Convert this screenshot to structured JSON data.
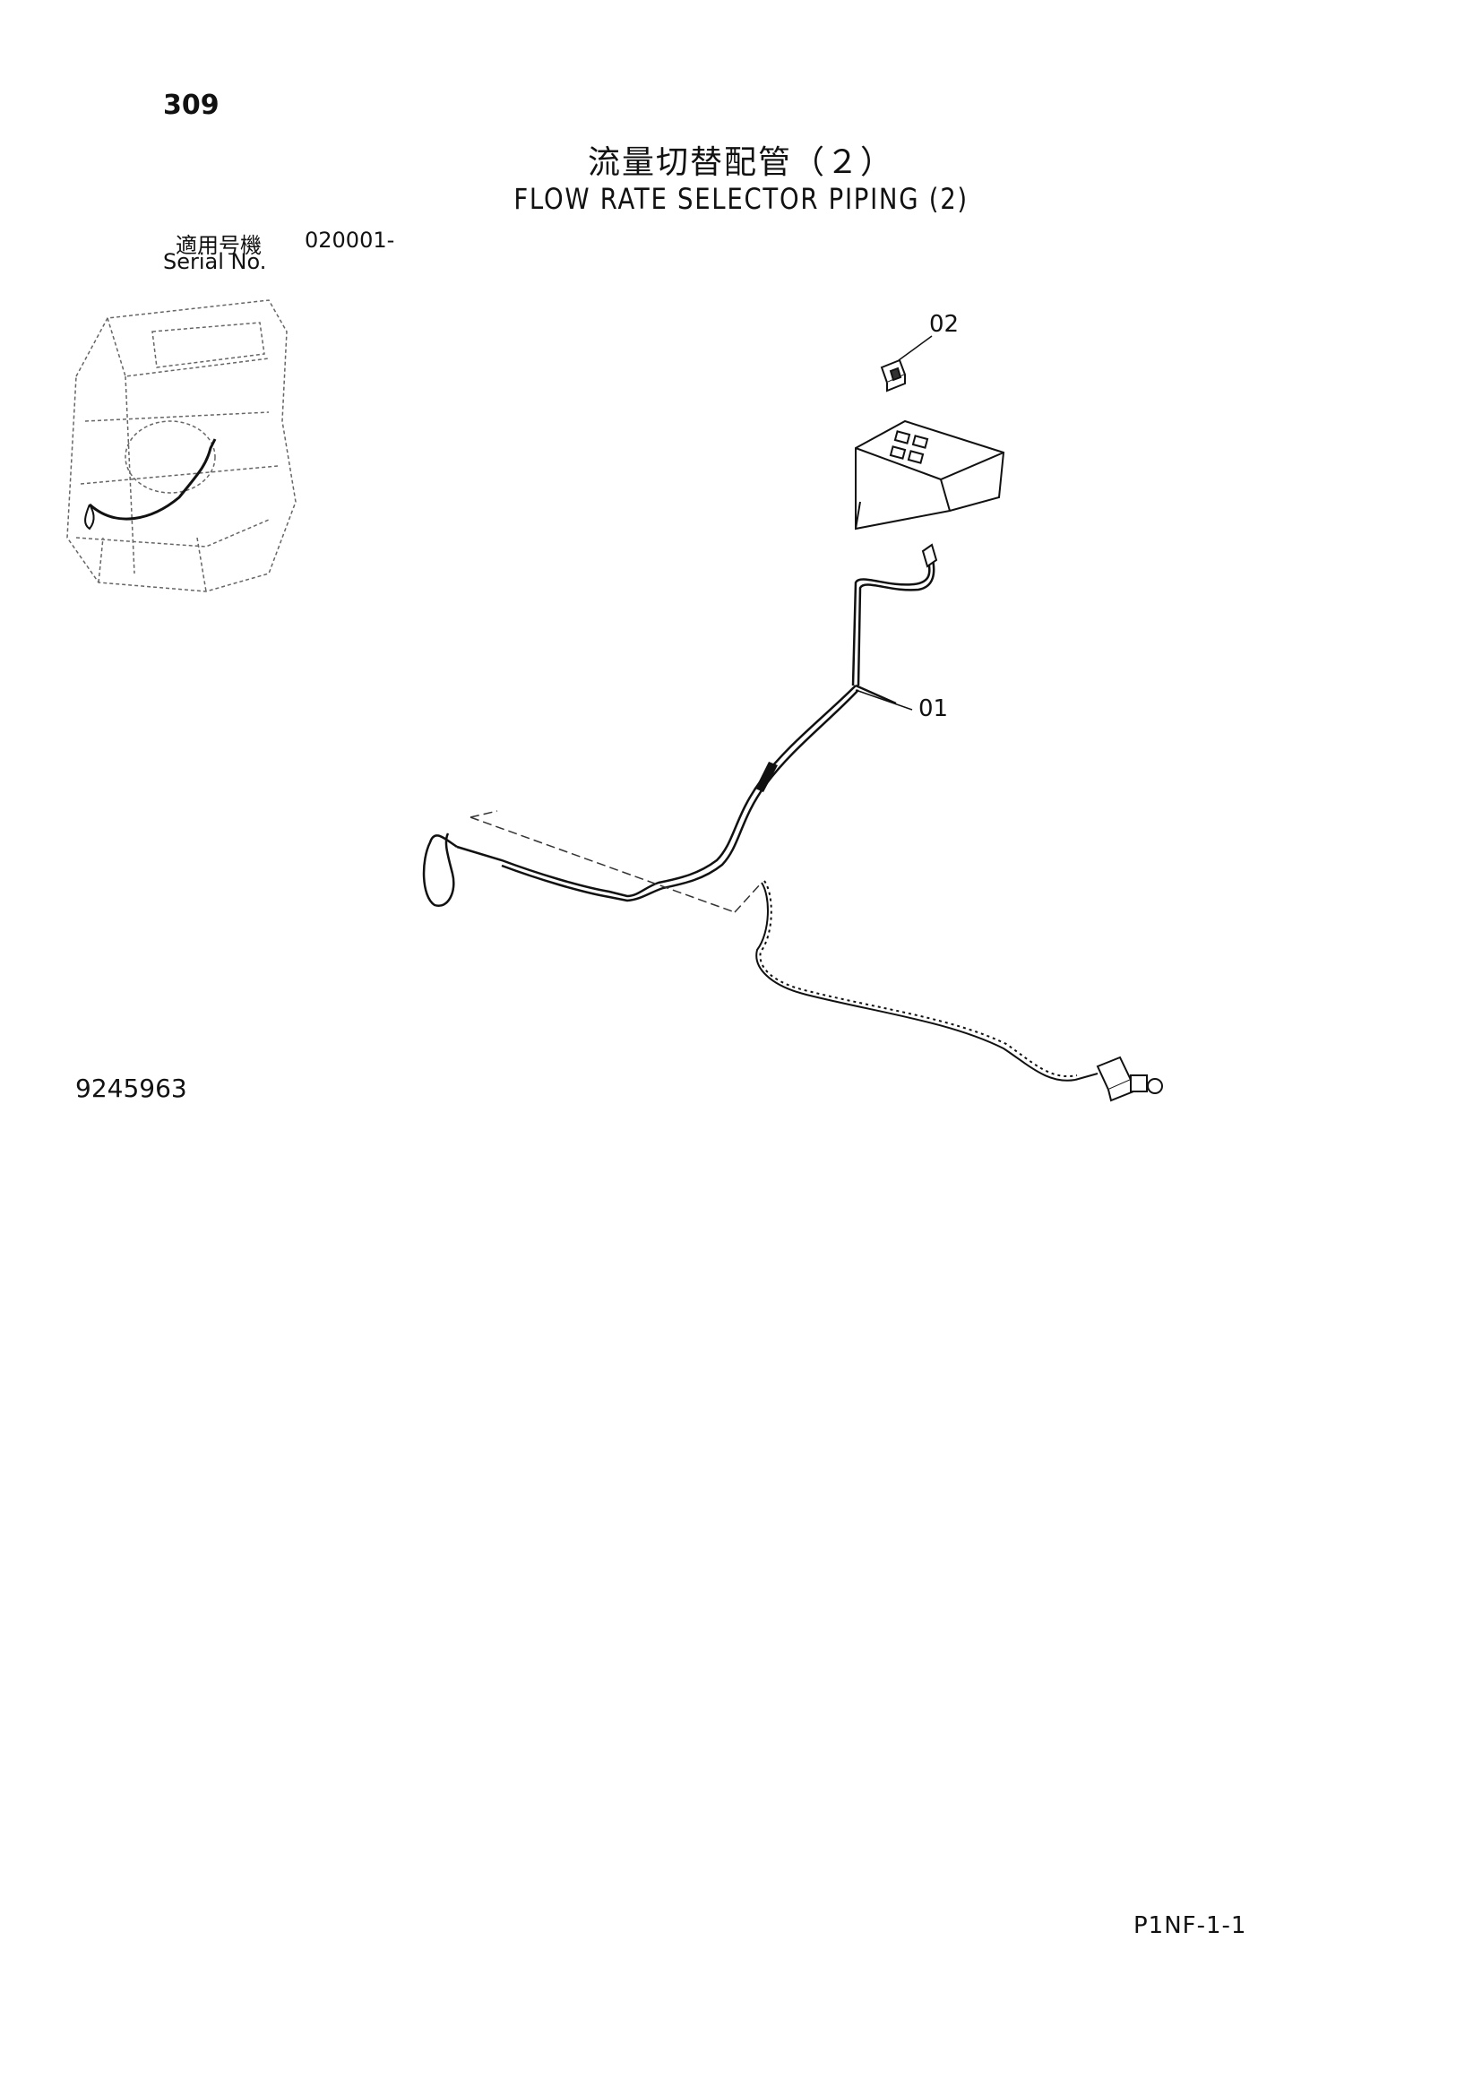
{
  "page": {
    "number": "309",
    "title_jp": "流量切替配管（２）",
    "title_en": "FLOW RATE SELECTOR PIPING (2)",
    "serial_label_jp": "適用号機",
    "serial_from": "020001-",
    "serial_label_en": "Serial No.",
    "document_number": "9245963",
    "footer_code": "P1NF-1-1"
  },
  "callouts": {
    "part_02": "02",
    "part_01": "01"
  },
  "icons": {
    "locator": "machine-cab-locator-icon",
    "drawing": "harness-exploded-drawing"
  }
}
